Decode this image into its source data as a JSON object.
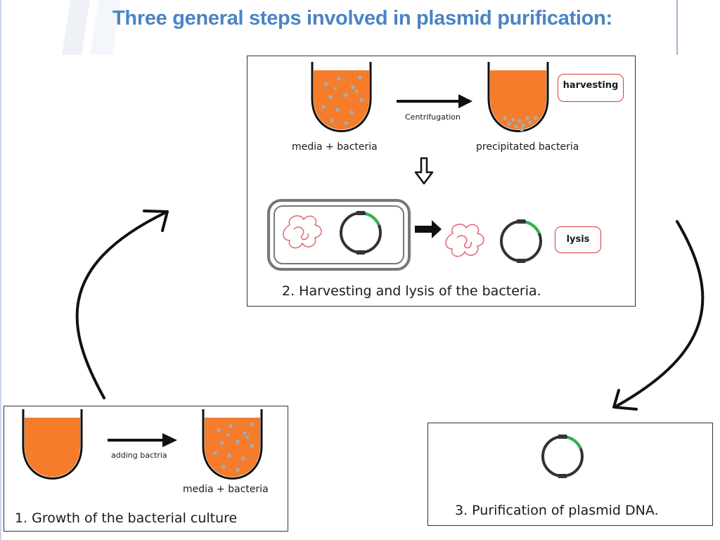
{
  "title": "Three general steps involved in plasmid purification:",
  "step2": {
    "label_media": "media + bacteria",
    "label_centrifugation": "Centrifugation",
    "label_precipitated": "precipitated bacteria",
    "tag_harvesting": "harvesting",
    "tag_lysis": "lysis",
    "caption": "2. Harvesting and lysis of the bacteria."
  },
  "step1": {
    "label_adding": "adding bactria",
    "label_media": "media + bacteria",
    "caption": "1. Growth of the bacterial culture"
  },
  "step3": {
    "caption": "3. Purification of plasmid DNA."
  },
  "colors": {
    "title": "#4a84c4",
    "medium": "#f47c2a",
    "bacteria": "#a9a9a9",
    "tag_border": "#d43a3a",
    "plasmid_insert": "#2fb54a",
    "genomic_dna": "#e0676b"
  }
}
